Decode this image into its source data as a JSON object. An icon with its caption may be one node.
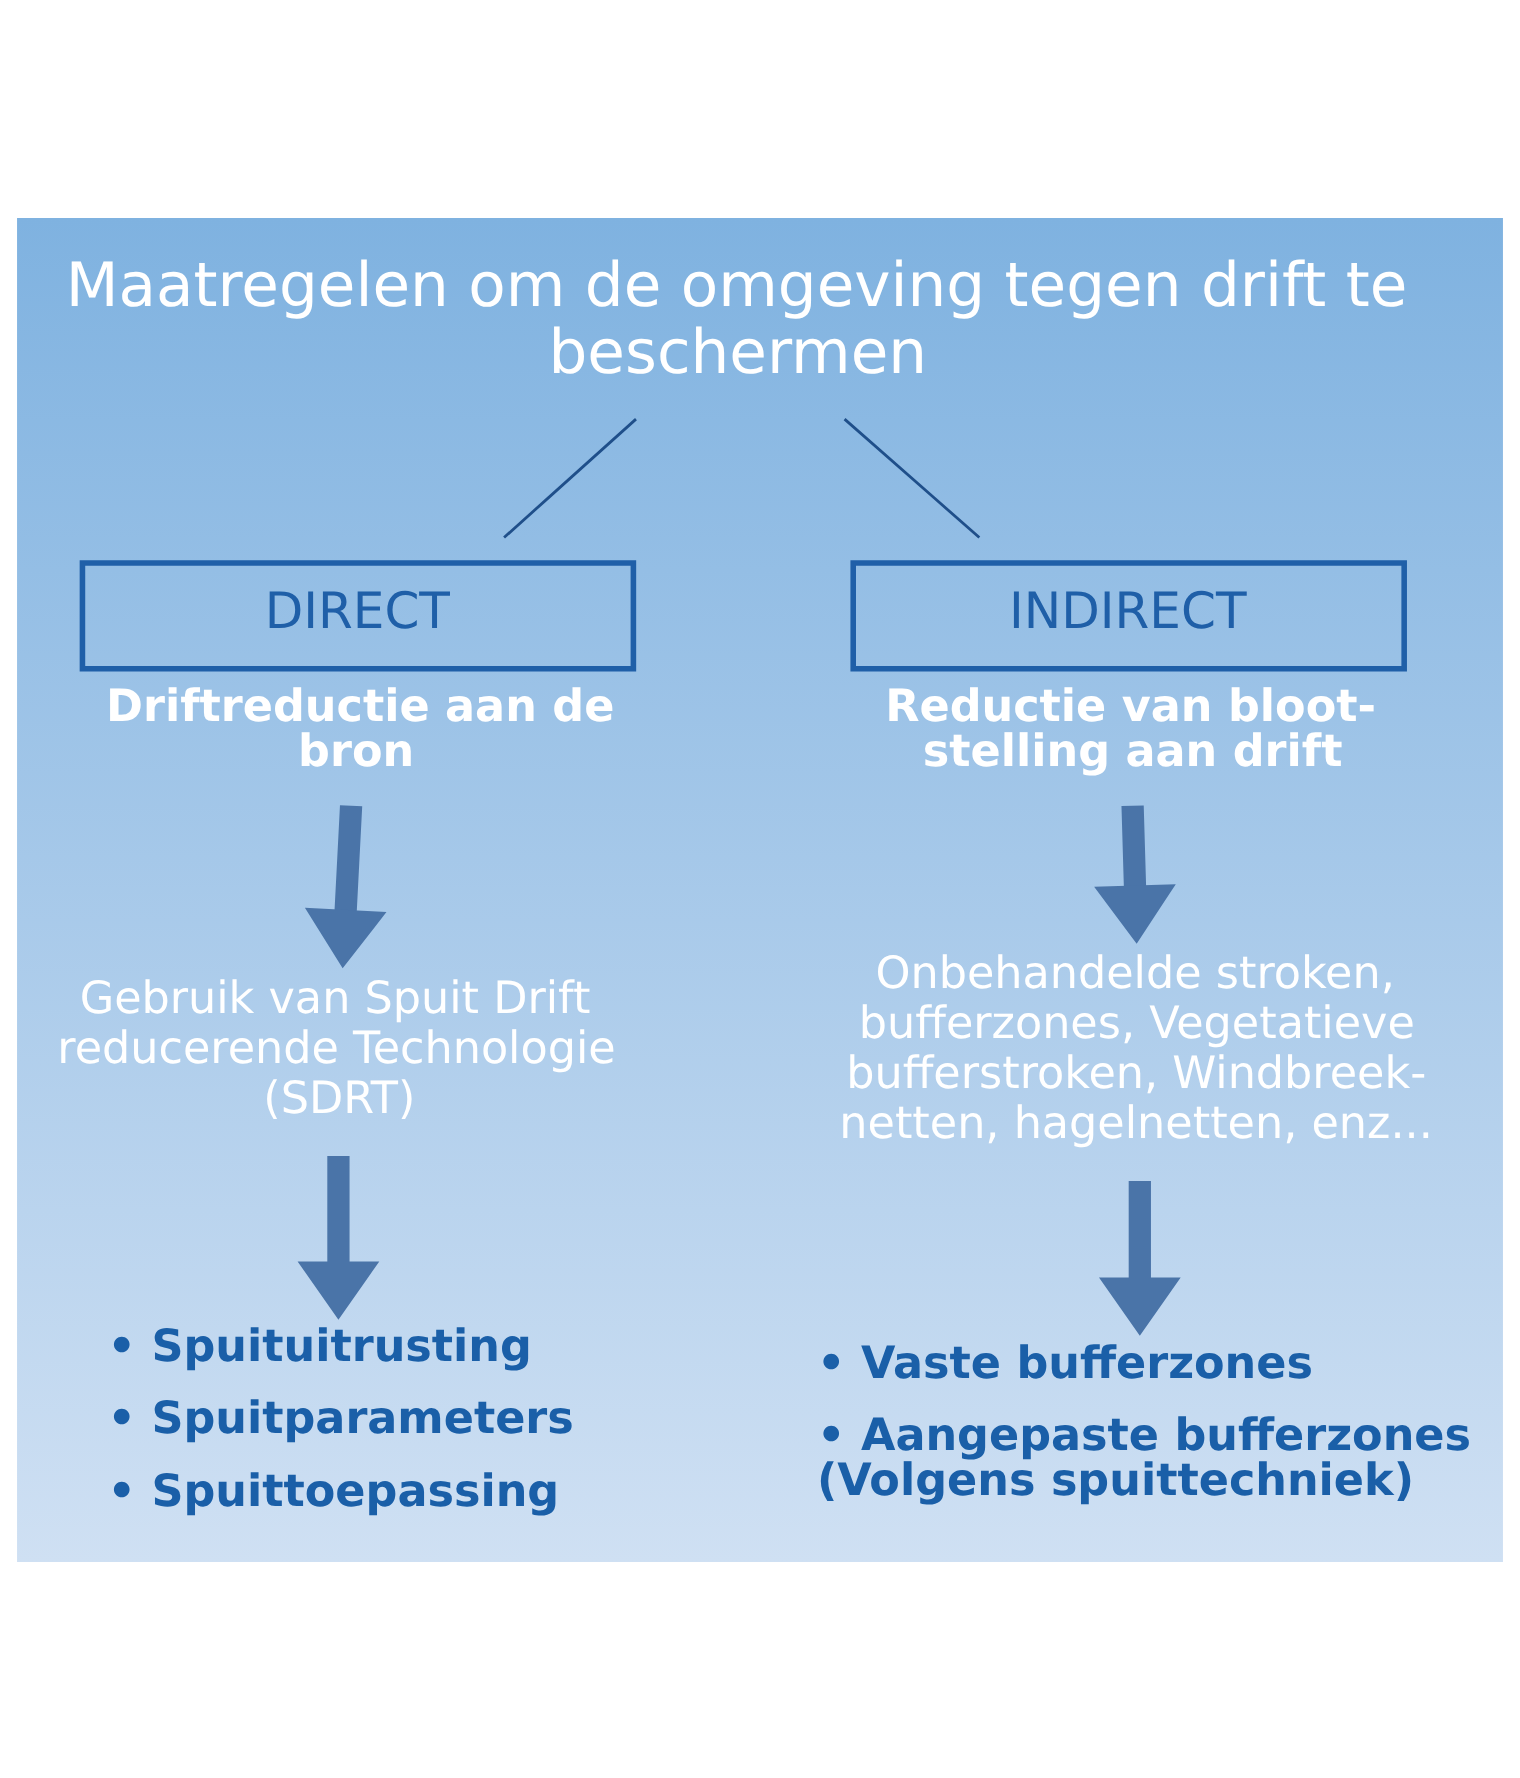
{
  "diagram": {
    "nodes": [
      {
        "text": [
          "Maatregelen om de omgeving tegen drift te beschermen"
        ]
      },
      {
        "text": [
          "DIRECT"
        ],
        "beside": [
          "Driftreductie aan de bron"
        ]
      },
      {
        "text": [
          "INDIRECT"
        ],
        "beside": [
          "Reductie van bloot-stelling aan drift"
        ]
      },
      {
        "text": [
          "Gebruik van Spuit Drift reducerende Technologie (SDRT)"
        ]
      },
      {
        "text": [
          "Onbehandelde stroken, bufferzones, Vegetatieve bufferstroken, Windbreek-netten, hagelnetten, enz..."
        ]
      },
      {
        "text": [
          "• Spuituitrusting",
          "• Spuitparameters",
          "• Spuittoepassing"
        ]
      },
      {
        "text": [
          "• Vaste bufferzones",
          "• Aangepaste bufferzones (Volgens spuittechniek)"
        ]
      }
    ],
    "edges": [
      {
        "from": 0,
        "to": 1,
        "arrow": "none"
      },
      {
        "from": 0,
        "to": 2,
        "arrow": "none"
      },
      {
        "from": 1,
        "to": 3,
        "arrow": "to"
      },
      {
        "from": 2,
        "to": 4,
        "arrow": "to"
      },
      {
        "from": 3,
        "to": 5,
        "arrow": "to"
      },
      {
        "from": 4,
        "to": 6,
        "arrow": "to"
      }
    ]
  }
}
